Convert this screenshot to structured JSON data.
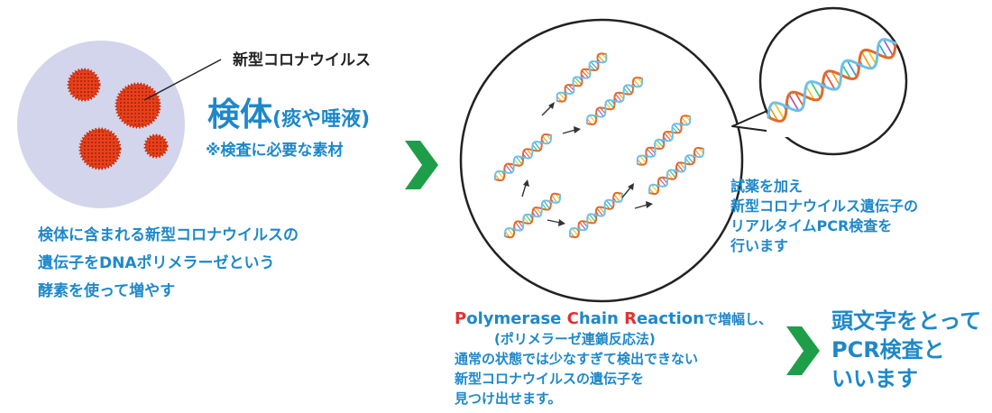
{
  "virus_label": "新型コロナウイルス",
  "specimen": {
    "title": "検体",
    "subtitle": "(痰や唾液)",
    "note": "※検査に必要な素材"
  },
  "left_description": [
    "検体に含まれる新型コロナウイルスの",
    "遺伝子をDNAポリメラーゼという",
    "酵素を使って増やす"
  ],
  "right_description": [
    "試薬を加え",
    "新型コロナウイルス遺伝子の",
    "リアルタイムPCR検査を",
    "行います"
  ],
  "pcr": {
    "initials": [
      "P",
      "C",
      "R"
    ],
    "words_rest": [
      "olymerase ",
      "hain ",
      "eaction"
    ],
    "suffix": "で増幅し、",
    "japanese_name": "(ポリメラーゼ連鎖反応法)",
    "lines": [
      "通常の状態では少なすぎて検出できない",
      "新型コロナウイルスの遺伝子を",
      "見つけ出せます。"
    ]
  },
  "conclusion": [
    "頭文字をとって",
    "PCR検査と",
    "いいます"
  ],
  "colors": {
    "text_blue": "#1e88c9",
    "initial_red": "#e53030",
    "virus_red": "#e8401c",
    "specimen_bg": "#d3d5ec",
    "arrow_green": "#1f9e4a"
  }
}
